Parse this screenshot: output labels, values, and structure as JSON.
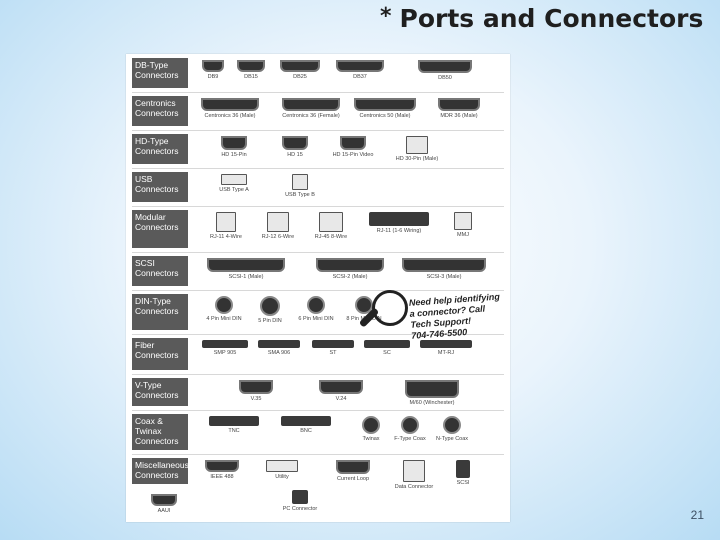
{
  "title": "Ports and Connectors",
  "bullet": "*",
  "page_number": "21",
  "rows": [
    {
      "label": "DB-Type\nConnectors",
      "items": [
        "DB9",
        "DB15",
        "DB25",
        "DB37",
        "DB50"
      ]
    },
    {
      "label": "Centronics\nConnectors",
      "items": [
        "Centronics 36 (Male)",
        "Centronics 36 (Female)",
        "Centronics 50 (Male)",
        "MDR 36 (Male)"
      ]
    },
    {
      "label": "HD-Type\nConnectors",
      "items": [
        "HD 15-Pin",
        "HD 15",
        "HD 15-Pin Video",
        "HD 30-Pin (Male)"
      ]
    },
    {
      "label": "USB\nConnectors",
      "items": [
        "USB Type A",
        "USB Type B"
      ]
    },
    {
      "label": "Modular\nConnectors",
      "items": [
        "RJ-11 4-Wire",
        "RJ-12 6-Wire",
        "RJ-45 8-Wire",
        "RJ-11 (1-6 Wiring)",
        "MMJ"
      ]
    },
    {
      "label": "SCSI\nConnectors",
      "items": [
        "SCSI-1 (Male)",
        "SCSI-2 (Male)",
        "SCSI-3 (Male)"
      ]
    },
    {
      "label": "DIN-Type\nConnectors",
      "items": [
        "4 Pin Mini DIN",
        "5 Pin DIN",
        "6 Pin Mini DIN",
        "8 Pin Mini DIN"
      ]
    },
    {
      "label": "Fiber\nConnectors",
      "items": [
        "SMP 905",
        "SMA 906",
        "ST",
        "SC",
        "MT-RJ"
      ]
    },
    {
      "label": "V-Type\nConnectors",
      "items": [
        "V.35",
        "V.24",
        "M/60 (Winchester)"
      ]
    },
    {
      "label": "Coax &\nTwinax\nConnectors",
      "items": [
        "TNC",
        "BNC",
        "Twinax",
        "F-Type Coax",
        "N-Type Coax"
      ]
    },
    {
      "label": "Miscellaneous\nConnectors",
      "items": [
        "IEEE 488",
        "Utility",
        "Current Loop",
        "Data Connector",
        "SCSI",
        "AAUI",
        "PC Connector"
      ]
    }
  ],
  "help_text": "Need help identifying\na connector? Call\nTech Support!\n704-746-5500"
}
